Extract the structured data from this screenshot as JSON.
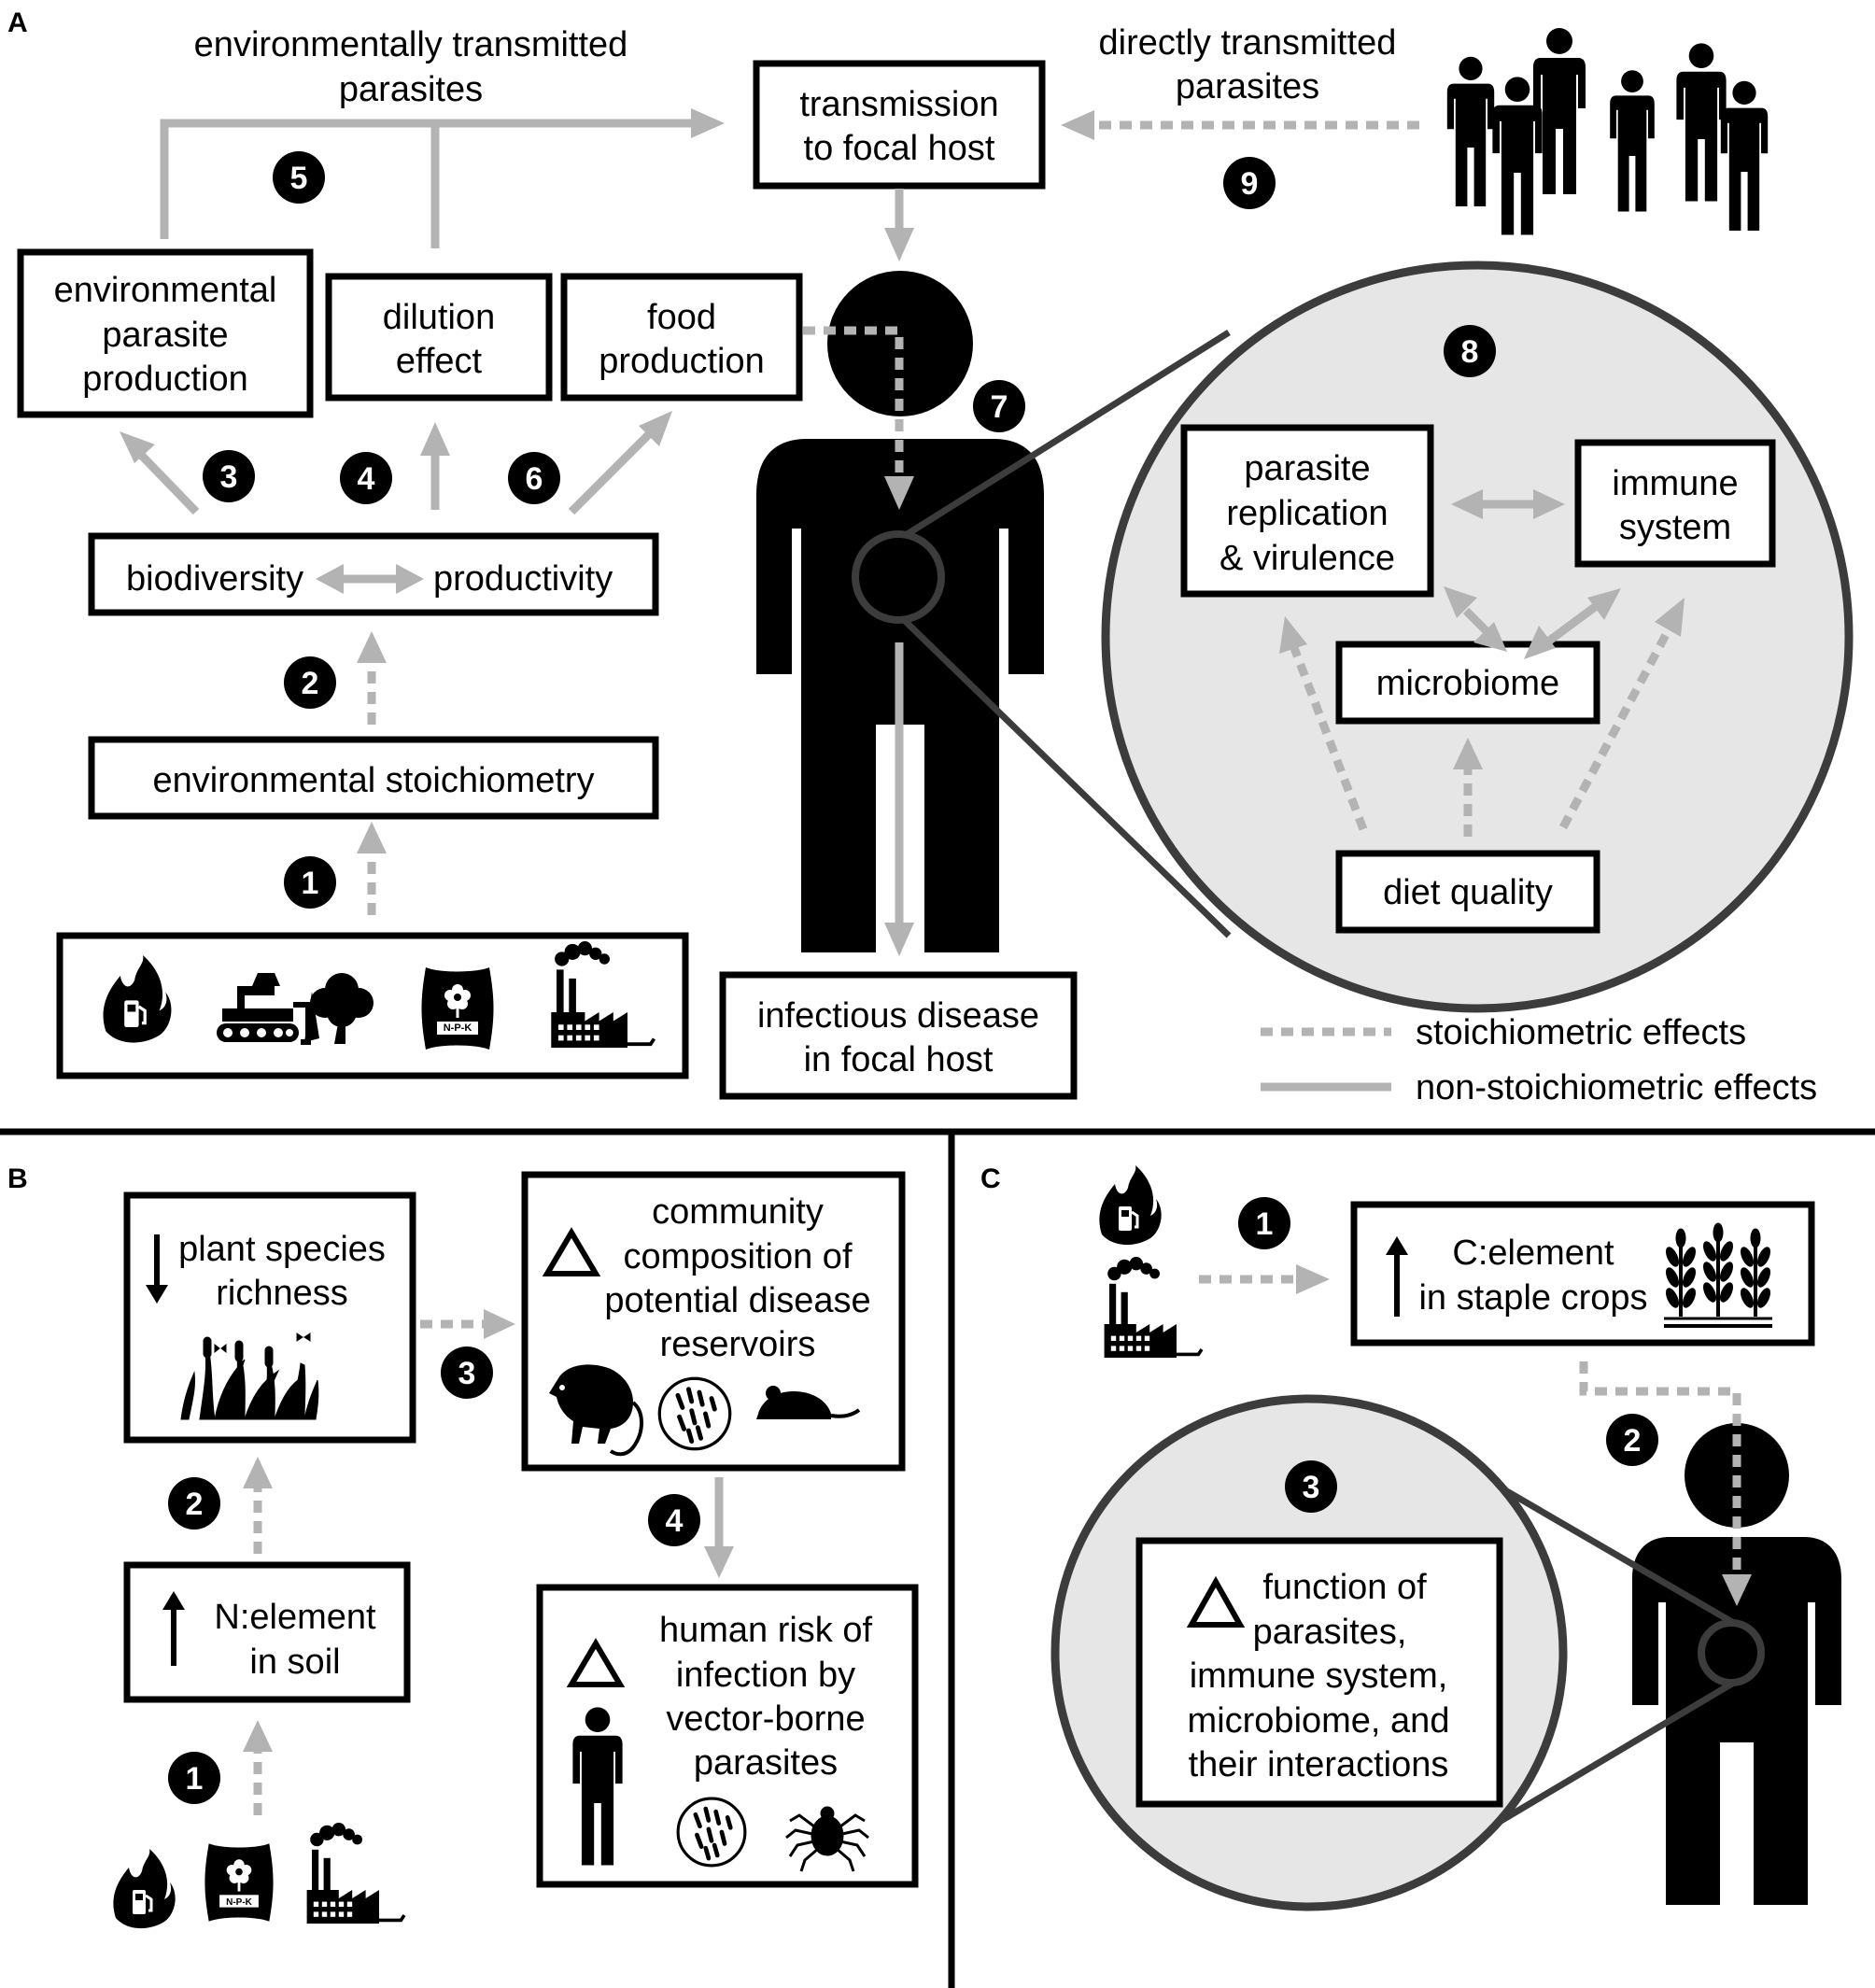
{
  "panels": {
    "a": "A",
    "b": "B",
    "c": "C"
  },
  "panel_a": {
    "env_transmitted": [
      "environmentally transmitted",
      "parasites"
    ],
    "direct_transmitted": [
      "directly transmitted",
      "parasites"
    ],
    "transmission": [
      "transmission",
      "to focal host"
    ],
    "env_parasite_production": [
      "environmental",
      "parasite",
      "production"
    ],
    "dilution_effect": [
      "dilution",
      "effect"
    ],
    "food_production": [
      "food",
      "production"
    ],
    "biodiversity": "biodiversity",
    "productivity": "productivity",
    "env_stoichiometry": "environmental stoichiometry",
    "infectious_disease": [
      "infectious disease",
      "in focal host"
    ],
    "parasite_replication": [
      "parasite",
      "replication",
      "& virulence"
    ],
    "immune_system": [
      "immune",
      "system"
    ],
    "microbiome": "microbiome",
    "diet_quality": "diet quality",
    "fertilizer_label": "N-P-K",
    "legend": {
      "stoich": "stoichiometric effects",
      "nonstoich": "non-stoichiometric effects"
    },
    "numbers": [
      "1",
      "2",
      "3",
      "4",
      "5",
      "6",
      "7",
      "8",
      "9"
    ]
  },
  "panel_b": {
    "plant_richness": [
      "plant species",
      "richness"
    ],
    "n_element": [
      "N:element",
      "in soil"
    ],
    "community": [
      "community",
      "composition of",
      "potential disease",
      "reservoirs"
    ],
    "human_risk": [
      "human risk of",
      "infection by",
      "vector-borne",
      "parasites"
    ],
    "fertilizer_label": "N-P-K",
    "numbers": [
      "1",
      "2",
      "3",
      "4"
    ]
  },
  "panel_c": {
    "c_element": [
      "C:element",
      "in staple crops"
    ],
    "function": [
      "function of",
      "parasites,",
      "immune system,",
      "microbiome, and",
      "their interactions"
    ],
    "numbers": [
      "1",
      "2",
      "3"
    ]
  },
  "colors": {
    "arrow_grey": "#b3b3b3",
    "zoom_fill": "#e6e6e6",
    "zoom_stroke": "#3c3c3c",
    "ink": "#000000"
  },
  "icons": [
    "fire-fuel-icon",
    "bulldozer-icon",
    "tree-icon",
    "fertilizer-bag-icon",
    "factory-icon",
    "people-icon",
    "person-icon",
    "plants-icon",
    "opossum-icon",
    "microbe-icon",
    "mouse-icon",
    "tick-icon",
    "wheat-icon",
    "down-arrow-icon",
    "up-arrow-icon",
    "delta-icon"
  ]
}
